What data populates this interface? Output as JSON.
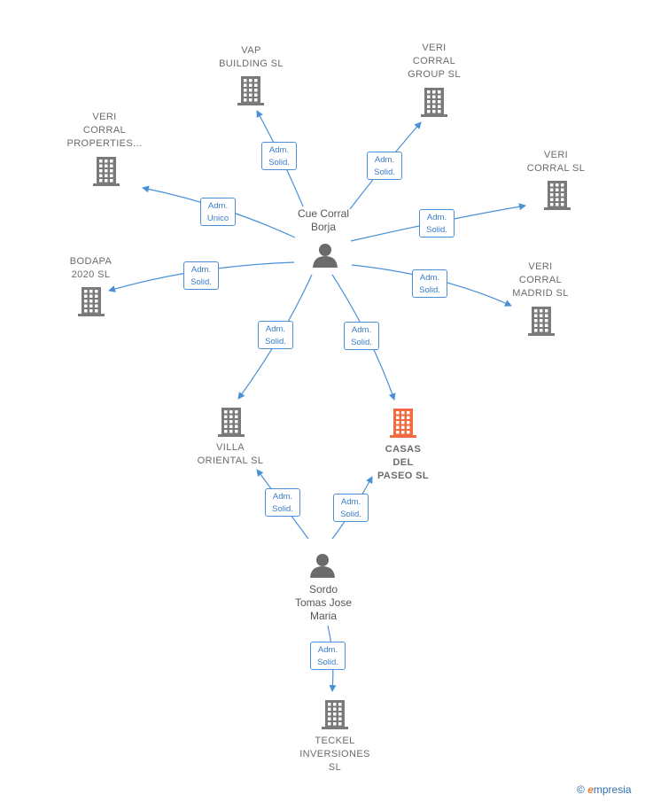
{
  "colors": {
    "edge": "#4a90d9",
    "building": "#7a7a7a",
    "building_highlight": "#f26a3d",
    "person": "#6b6b6b"
  },
  "persons": [
    {
      "id": "p1",
      "name": "Cue Corral\nBorja"
    },
    {
      "id": "p2",
      "name": "Sordo\nTomas Jose\nMaria"
    }
  ],
  "companies": [
    {
      "id": "c_vap",
      "name": "VAP\nBUILDING  SL"
    },
    {
      "id": "c_group",
      "name": "VERI\nCORRAL\nGROUP  SL"
    },
    {
      "id": "c_props",
      "name": "VERI\nCORRAL\nPROPERTIES..."
    },
    {
      "id": "c_corral",
      "name": "VERI\nCORRAL  SL"
    },
    {
      "id": "c_bodapa",
      "name": "BODAPA\n2020  SL"
    },
    {
      "id": "c_madrid",
      "name": "VERI\nCORRAL\nMADRID  SL"
    },
    {
      "id": "c_villa",
      "name": "VILLA\nORIENTAL  SL"
    },
    {
      "id": "c_casas",
      "name": "CASAS\nDEL\nPASEO  SL",
      "highlight": true
    },
    {
      "id": "c_teckel",
      "name": "TECKEL\nINVERSIONES\nSL"
    }
  ],
  "edges": [
    {
      "from": "p1",
      "to": "c_vap",
      "label": "Adm.\nSolid."
    },
    {
      "from": "p1",
      "to": "c_group",
      "label": "Adm.\nSolid."
    },
    {
      "from": "p1",
      "to": "c_props",
      "label": "Adm.\nUnico"
    },
    {
      "from": "p1",
      "to": "c_corral",
      "label": "Adm.\nSolid."
    },
    {
      "from": "p1",
      "to": "c_bodapa",
      "label": "Adm.\nSolid."
    },
    {
      "from": "p1",
      "to": "c_madrid",
      "label": "Adm.\nSolid."
    },
    {
      "from": "p1",
      "to": "c_villa",
      "label": "Adm.\nSolid."
    },
    {
      "from": "p1",
      "to": "c_casas",
      "label": "Adm.\nSolid."
    },
    {
      "from": "p2",
      "to": "c_villa",
      "label": "Adm.\nSolid."
    },
    {
      "from": "p2",
      "to": "c_casas",
      "label": "Adm.\nSolid."
    },
    {
      "from": "p2",
      "to": "c_teckel",
      "label": "Adm.\nSolid."
    }
  ],
  "footer": {
    "copyright": "©",
    "brand_initial": "e",
    "brand_rest": "mpresia"
  }
}
